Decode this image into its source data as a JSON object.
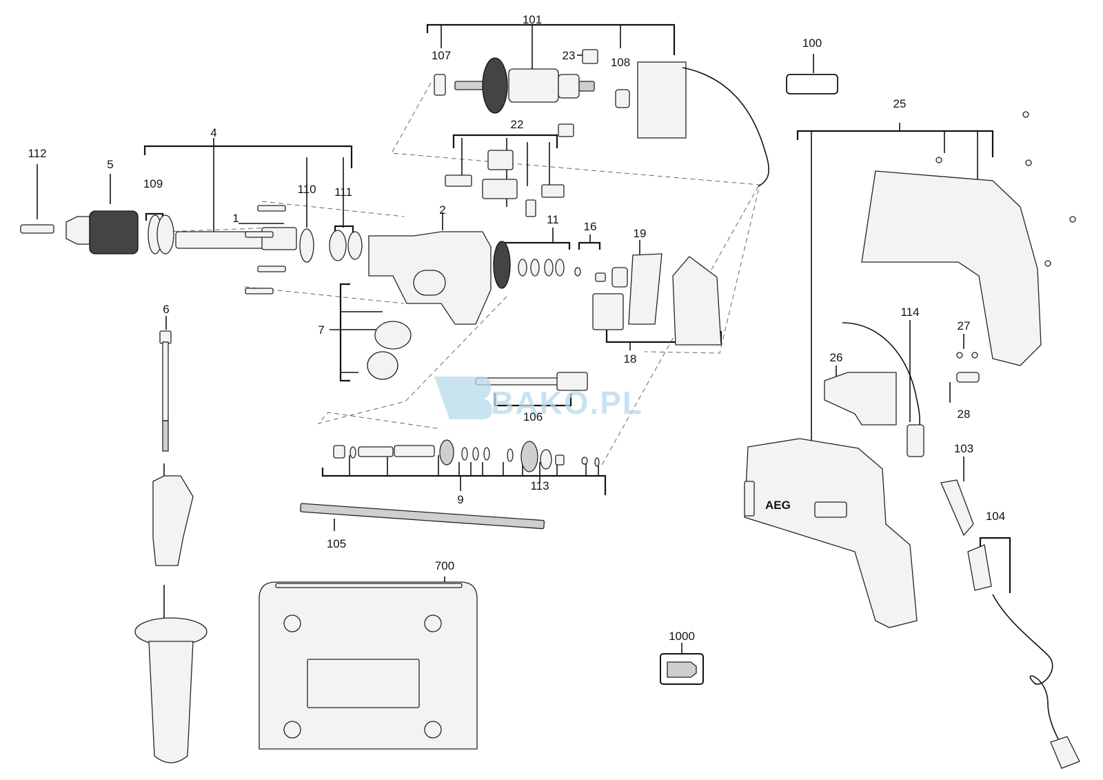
{
  "diagram": {
    "labels": {
      "l1": "1",
      "l2": "2",
      "l4": "4",
      "l5": "5",
      "l6": "6",
      "l7": "7",
      "l9": "9",
      "l11": "11",
      "l16": "16",
      "l18": "18",
      "l19": "19",
      "l22": "22",
      "l23": "23",
      "l25": "25",
      "l26": "26",
      "l27": "27",
      "l28": "28",
      "l100": "100",
      "l101": "101",
      "l103": "103",
      "l104": "104",
      "l105": "105",
      "l106": "106",
      "l107": "107",
      "l108": "108",
      "l109": "109",
      "l110": "110",
      "l111": "111",
      "l112": "112",
      "l113": "113",
      "l114": "114",
      "l700": "700",
      "l1000": "1000"
    },
    "brand_on_housing": "AEG",
    "watermark": "BAKO.PL"
  }
}
